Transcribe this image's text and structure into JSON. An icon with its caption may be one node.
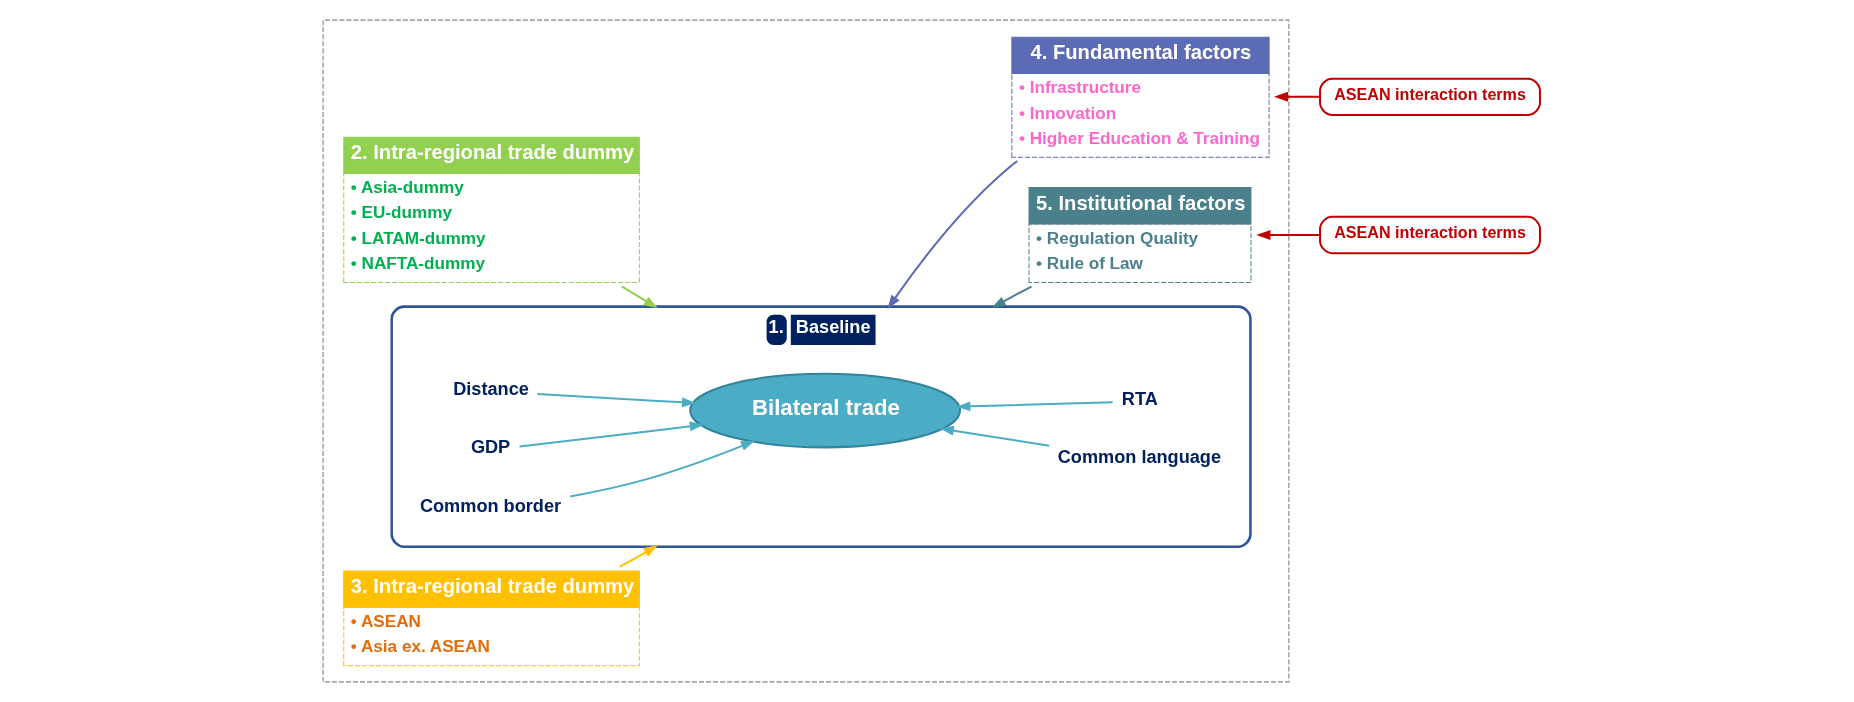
{
  "diagram": {
    "nodes": [
      {
        "text": [],
        "shape": "box"
      },
      {
        "text": [
          "2. Intra-regional trade dummy",
          "• Asia-dummy",
          "• EU-dummy",
          "• LATAM-dummy",
          "• NAFTA-dummy"
        ],
        "in": 0
      },
      {
        "text": [
          "3. Intra-regional trade dummy",
          "• ASEAN",
          "• Asia ex. ASEAN"
        ],
        "in": 0
      },
      {
        "text": [
          "1.",
          "Baseline"
        ],
        "in": 0
      },
      {
        "text": [
          "Distance"
        ],
        "in": 3
      },
      {
        "text": [
          "GDP"
        ],
        "in": 3
      },
      {
        "text": [
          "Common language"
        ],
        "in": 3
      },
      {
        "text": [
          "Bilateral trade"
        ],
        "in": 3
      },
      {
        "text": [
          "Common border"
        ],
        "in": 3
      },
      {
        "text": [
          "RTA"
        ],
        "in": 3
      },
      {
        "text": [
          "4. Fundamental factors",
          "• Infrastructure",
          "• Innovation",
          "• Higher Education & Training"
        ],
        "in": 0
      },
      {
        "text": [
          "5. Institutional factors",
          "• Regulation Quality",
          "• Rule of Law"
        ],
        "in": 0
      },
      {
        "text": [
          "ASEAN interaction terms"
        ]
      },
      {
        "text": [
          "ASEAN interaction terms"
        ]
      }
    ],
    "edges": [
      {
        "from": 4,
        "to": 7,
        "arrow": "to"
      },
      {
        "from": 5,
        "to": 7,
        "arrow": "to"
      },
      {
        "from": 6,
        "to": 7,
        "arrow": "to"
      },
      {
        "from": 8,
        "to": 7,
        "arrow": "to"
      },
      {
        "from": 9,
        "to": 7,
        "arrow": "to"
      },
      {
        "from": 1,
        "to": 3,
        "arrow": "to",
        "color": "#92d050"
      },
      {
        "from": 2,
        "to": 3,
        "arrow": "to",
        "color": "#ffc000"
      },
      {
        "from": 10,
        "to": 3,
        "arrow": "to",
        "color": "#5b6bb5"
      },
      {
        "from": 11,
        "to": 3,
        "arrow": "to",
        "color": "#4a7f8c"
      },
      {
        "from": 12,
        "to": 10,
        "arrow": "to",
        "color": "#c00000"
      },
      {
        "from": 13,
        "to": 11,
        "arrow": "to",
        "color": "#c00000"
      }
    ]
  }
}
